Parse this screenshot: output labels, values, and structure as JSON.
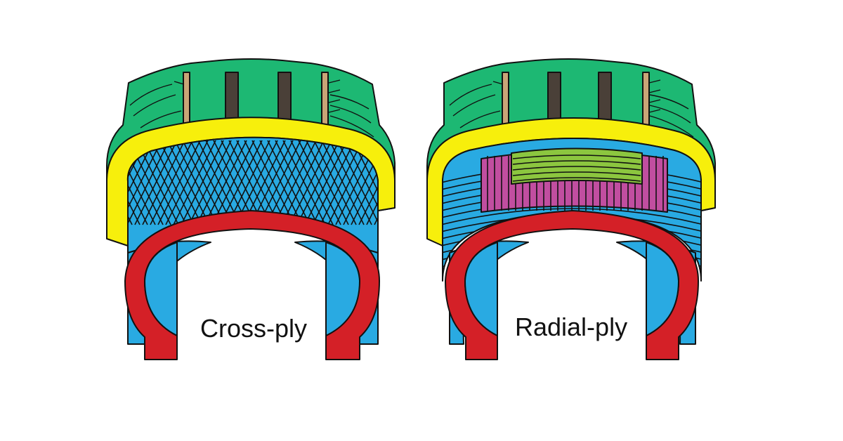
{
  "tires": [
    {
      "id": "cross-ply",
      "label": "Cross-ply"
    },
    {
      "id": "radial-ply",
      "label": "Radial-ply"
    }
  ],
  "colors": {
    "tread": "#1db873",
    "groove": "#4a4038",
    "sipe": "#c9a577",
    "breaker": "#f7ef0c",
    "ply": "#29aae2",
    "inner_liner": "#d42027",
    "belt": "#8cc63f",
    "radial_cord": "#c14ea0"
  }
}
